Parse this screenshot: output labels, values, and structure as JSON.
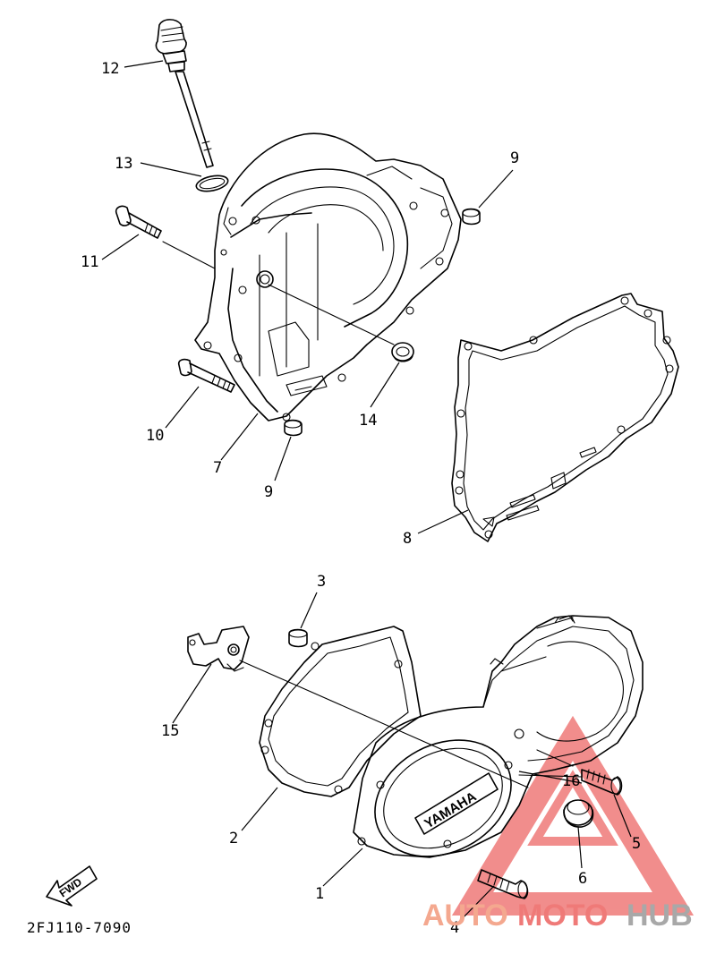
{
  "diagram": {
    "callouts": [
      {
        "id": "12",
        "text": "12"
      },
      {
        "id": "13",
        "text": "13"
      },
      {
        "id": "11",
        "text": "11"
      },
      {
        "id": "9a",
        "text": "9"
      },
      {
        "id": "14",
        "text": "14"
      },
      {
        "id": "10",
        "text": "10"
      },
      {
        "id": "7",
        "text": "7"
      },
      {
        "id": "9b",
        "text": "9"
      },
      {
        "id": "8",
        "text": "8"
      },
      {
        "id": "3",
        "text": "3"
      },
      {
        "id": "15",
        "text": "15"
      },
      {
        "id": "2",
        "text": "2"
      },
      {
        "id": "16",
        "text": "16"
      },
      {
        "id": "5",
        "text": "5"
      },
      {
        "id": "6",
        "text": "6"
      },
      {
        "id": "1",
        "text": "1"
      },
      {
        "id": "4",
        "text": "4"
      }
    ],
    "drawing_code": "2FJ110-7090",
    "brand_plate": "YAMAHA",
    "fwd_arrow": "FWD"
  },
  "watermark": {
    "part1": "AUTO",
    "part2": "MOTO",
    "part3": "HUB",
    "colors": {
      "auto": "#f4a88f",
      "moto": "#ef7a78",
      "hub": "#a8a8a8",
      "triangle": "#ef7a78"
    }
  }
}
